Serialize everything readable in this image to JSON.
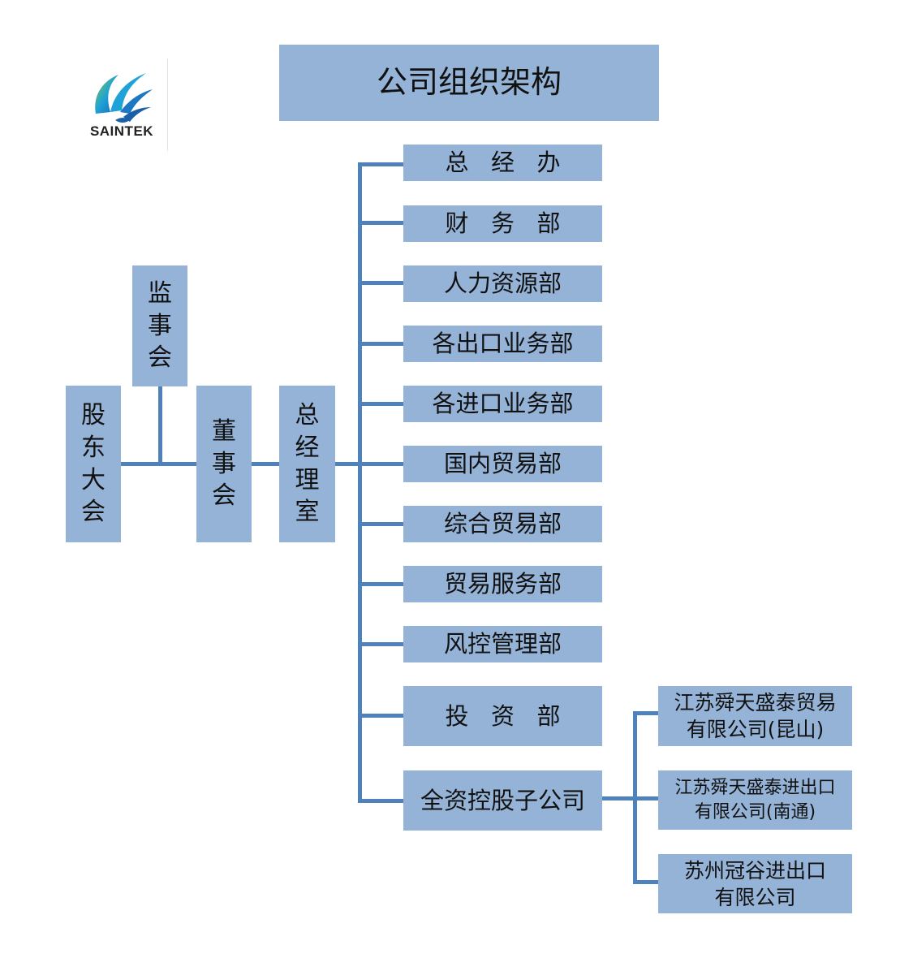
{
  "logo": {
    "text": "SAINTEK",
    "icon": "bird-wing-logo"
  },
  "title": "公司组织架构",
  "nodes": {
    "shareholders": "股东大会",
    "supervisors": "监事会",
    "board": "董事会",
    "gm_office": "总经理室"
  },
  "departments": [
    "总经办",
    "财务部",
    "人力资源部",
    "各出口业务部",
    "各进口业务部",
    "国内贸易部",
    "综合贸易部",
    "贸易服务部",
    "风控管理部",
    "投资部",
    "全资控股子公司"
  ],
  "subsidiaries": [
    {
      "line1": "江苏舜天盛泰贸易",
      "line2": "有限公司(昆山)"
    },
    {
      "line1": "江苏舜天盛泰进出口",
      "line2": "有限公司(南通)"
    },
    {
      "line1": "苏州冠谷进出口",
      "line2": "有限公司"
    }
  ],
  "colors": {
    "box": "#95b3d7",
    "connector": "#4f81bd"
  }
}
